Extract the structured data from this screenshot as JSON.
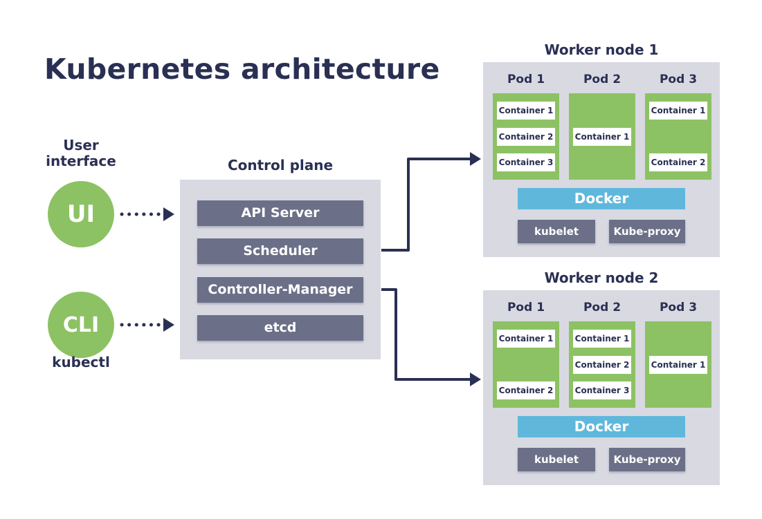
{
  "title": "Kubernetes architecture",
  "user_interface": {
    "label": "User interface",
    "badge": "UI"
  },
  "cli": {
    "label": "kubectl",
    "badge": "CLI"
  },
  "control_plane": {
    "title": "Control plane",
    "components": [
      "API Server",
      "Scheduler",
      "Controller-Manager",
      "etcd"
    ]
  },
  "worker_nodes": [
    {
      "title": "Worker node 1",
      "pods": [
        {
          "label": "Pod 1",
          "containers": [
            "Container 1",
            "Container 2",
            "Container 3"
          ]
        },
        {
          "label": "Pod 2",
          "containers": [
            "Container 1"
          ]
        },
        {
          "label": "Pod 3",
          "containers": [
            "Container 1",
            "Container 2"
          ]
        }
      ],
      "runtime": "Docker",
      "kubelet": "kubelet",
      "kube_proxy": "Kube-proxy"
    },
    {
      "title": "Worker node 2",
      "pods": [
        {
          "label": "Pod 1",
          "containers": [
            "Container 1",
            "Container 2"
          ]
        },
        {
          "label": "Pod 2",
          "containers": [
            "Container 1",
            "Container 2",
            "Container 3"
          ]
        },
        {
          "label": "Pod 3",
          "containers": [
            "Container 1"
          ]
        }
      ],
      "runtime": "Docker",
      "kubelet": "kubelet",
      "kube_proxy": "Kube-proxy"
    }
  ],
  "colors": {
    "navy": "#2a3053",
    "green": "#8cc263",
    "panel": "#d9d9e2",
    "slate": "#6b7088",
    "blue": "#5fb8dc",
    "white": "#ffffff"
  }
}
